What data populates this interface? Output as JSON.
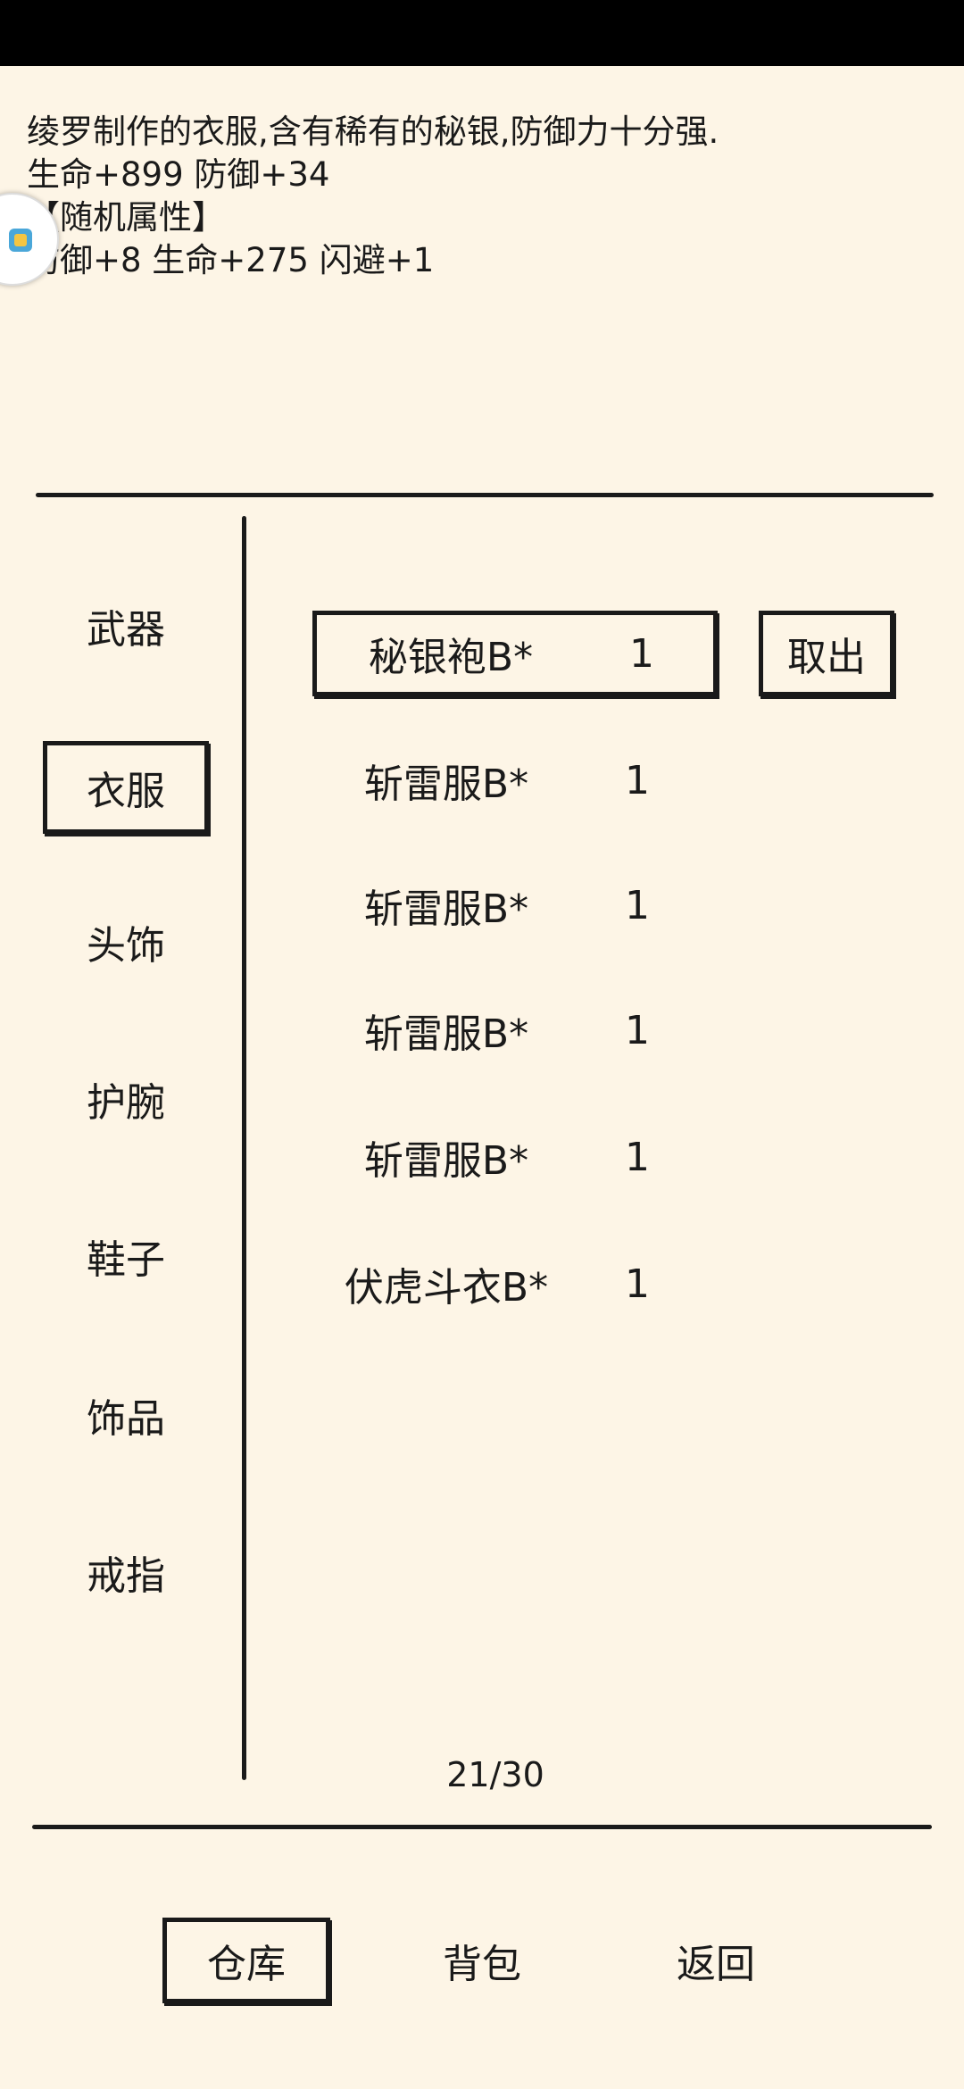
{
  "item_description": {
    "flavor": "绫罗制作的衣服,含有稀有的秘银,防御力十分强.",
    "base_stats": "生命+899 防御+34",
    "random_header": "【随机属性】",
    "random_stats": "防御+8 生命+275 闪避+1"
  },
  "categories": [
    {
      "label": "武器"
    },
    {
      "label": "衣服"
    },
    {
      "label": "头饰"
    },
    {
      "label": "护腕"
    },
    {
      "label": "鞋子"
    },
    {
      "label": "饰品"
    },
    {
      "label": "戒指"
    }
  ],
  "active_category": "衣服",
  "items": [
    {
      "name": "秘银袍B*",
      "count": "1"
    },
    {
      "name": "斩雷服B*",
      "count": "1"
    },
    {
      "name": "斩雷服B*",
      "count": "1"
    },
    {
      "name": "斩雷服B*",
      "count": "1"
    },
    {
      "name": "斩雷服B*",
      "count": "1"
    },
    {
      "name": "伏虎斗衣B*",
      "count": "1"
    }
  ],
  "take_out_label": "取出",
  "page_indicator": "21/30",
  "bottom_nav": {
    "warehouse": "仓库",
    "backpack": "背包",
    "back": "返回"
  }
}
